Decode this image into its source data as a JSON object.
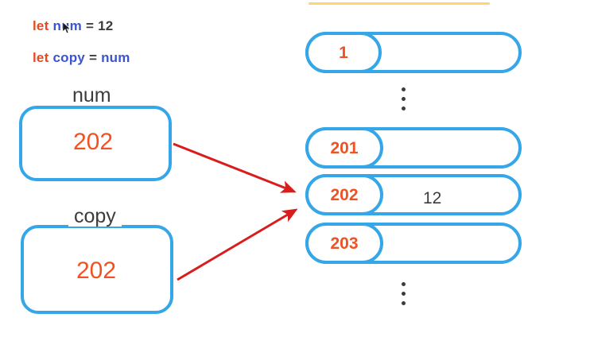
{
  "diagram": {
    "title": "JavaScript primitive copy by value — memory reference diagram",
    "colors": {
      "accent_blue": "#35a7e8",
      "value_orange": "#ef5223",
      "keyword_orange": "#e8491f",
      "identifier_blue": "#3b55d0",
      "text_dark": "#3c3c3c",
      "arrow_red": "#d91c1c",
      "rule_amber": "#fcd770",
      "background": "#ffffff"
    }
  },
  "code": {
    "line1": {
      "keyword": "let",
      "identifier": "num",
      "operator": "=",
      "value": "12"
    },
    "line2": {
      "keyword": "let",
      "identifier": "copy",
      "operator": "=",
      "value": "num"
    }
  },
  "variables": [
    {
      "label": "num",
      "value": "202"
    },
    {
      "label": "copy",
      "value": "202"
    }
  ],
  "memory": {
    "rows": [
      {
        "address": "1",
        "value": ""
      },
      {
        "address": "201",
        "value": ""
      },
      {
        "address": "202",
        "value": "12"
      },
      {
        "address": "203",
        "value": ""
      }
    ],
    "ellipsis_glyph": "⋮"
  },
  "arrows": [
    {
      "from": "num-box",
      "to": "memory-row-202"
    },
    {
      "from": "copy-box",
      "to": "memory-row-202"
    }
  ],
  "cursor": {
    "icon": "mouse-pointer-icon"
  }
}
